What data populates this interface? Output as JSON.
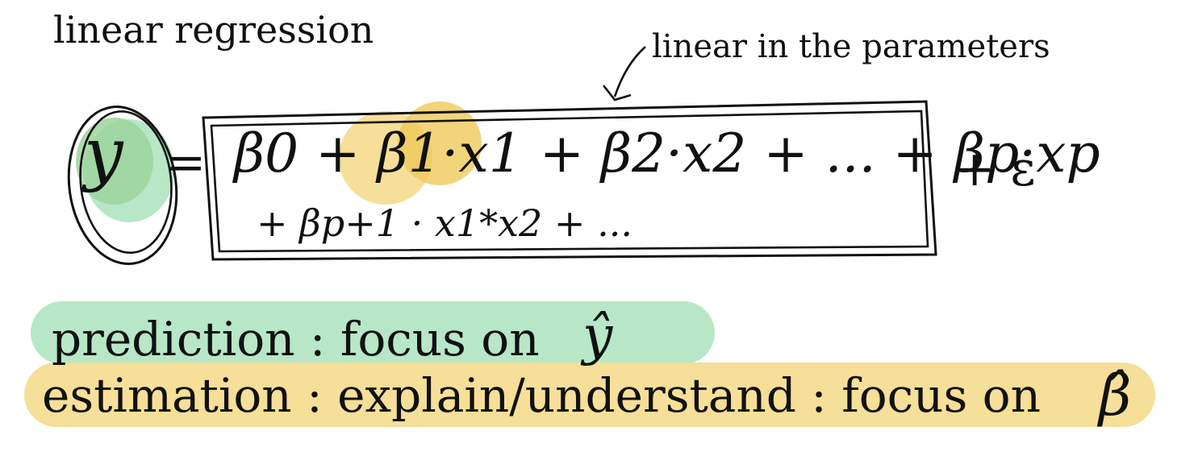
{
  "title": "linear regression",
  "annotation": "linear in the parameters",
  "equation": {
    "lhs": "y",
    "equals": "=",
    "line1": "β0 + β1·x1 + β2·x2 + ... + βp·xp",
    "line2": "+ βp+1 · x1*x2 + ...",
    "error_term": "+ ε"
  },
  "prediction_line": {
    "text": "prediction : focus on",
    "symbol": "ŷ"
  },
  "estimation_line": {
    "text": "estimation : explain/understand : focus on",
    "symbol": "β̂"
  },
  "colors": {
    "green_highlight": "#b7e7c7",
    "green_dark": "#9ed39b",
    "yellow_highlight": "#f6df98",
    "yellow_dark": "#efc95a",
    "ink": "#111111"
  }
}
